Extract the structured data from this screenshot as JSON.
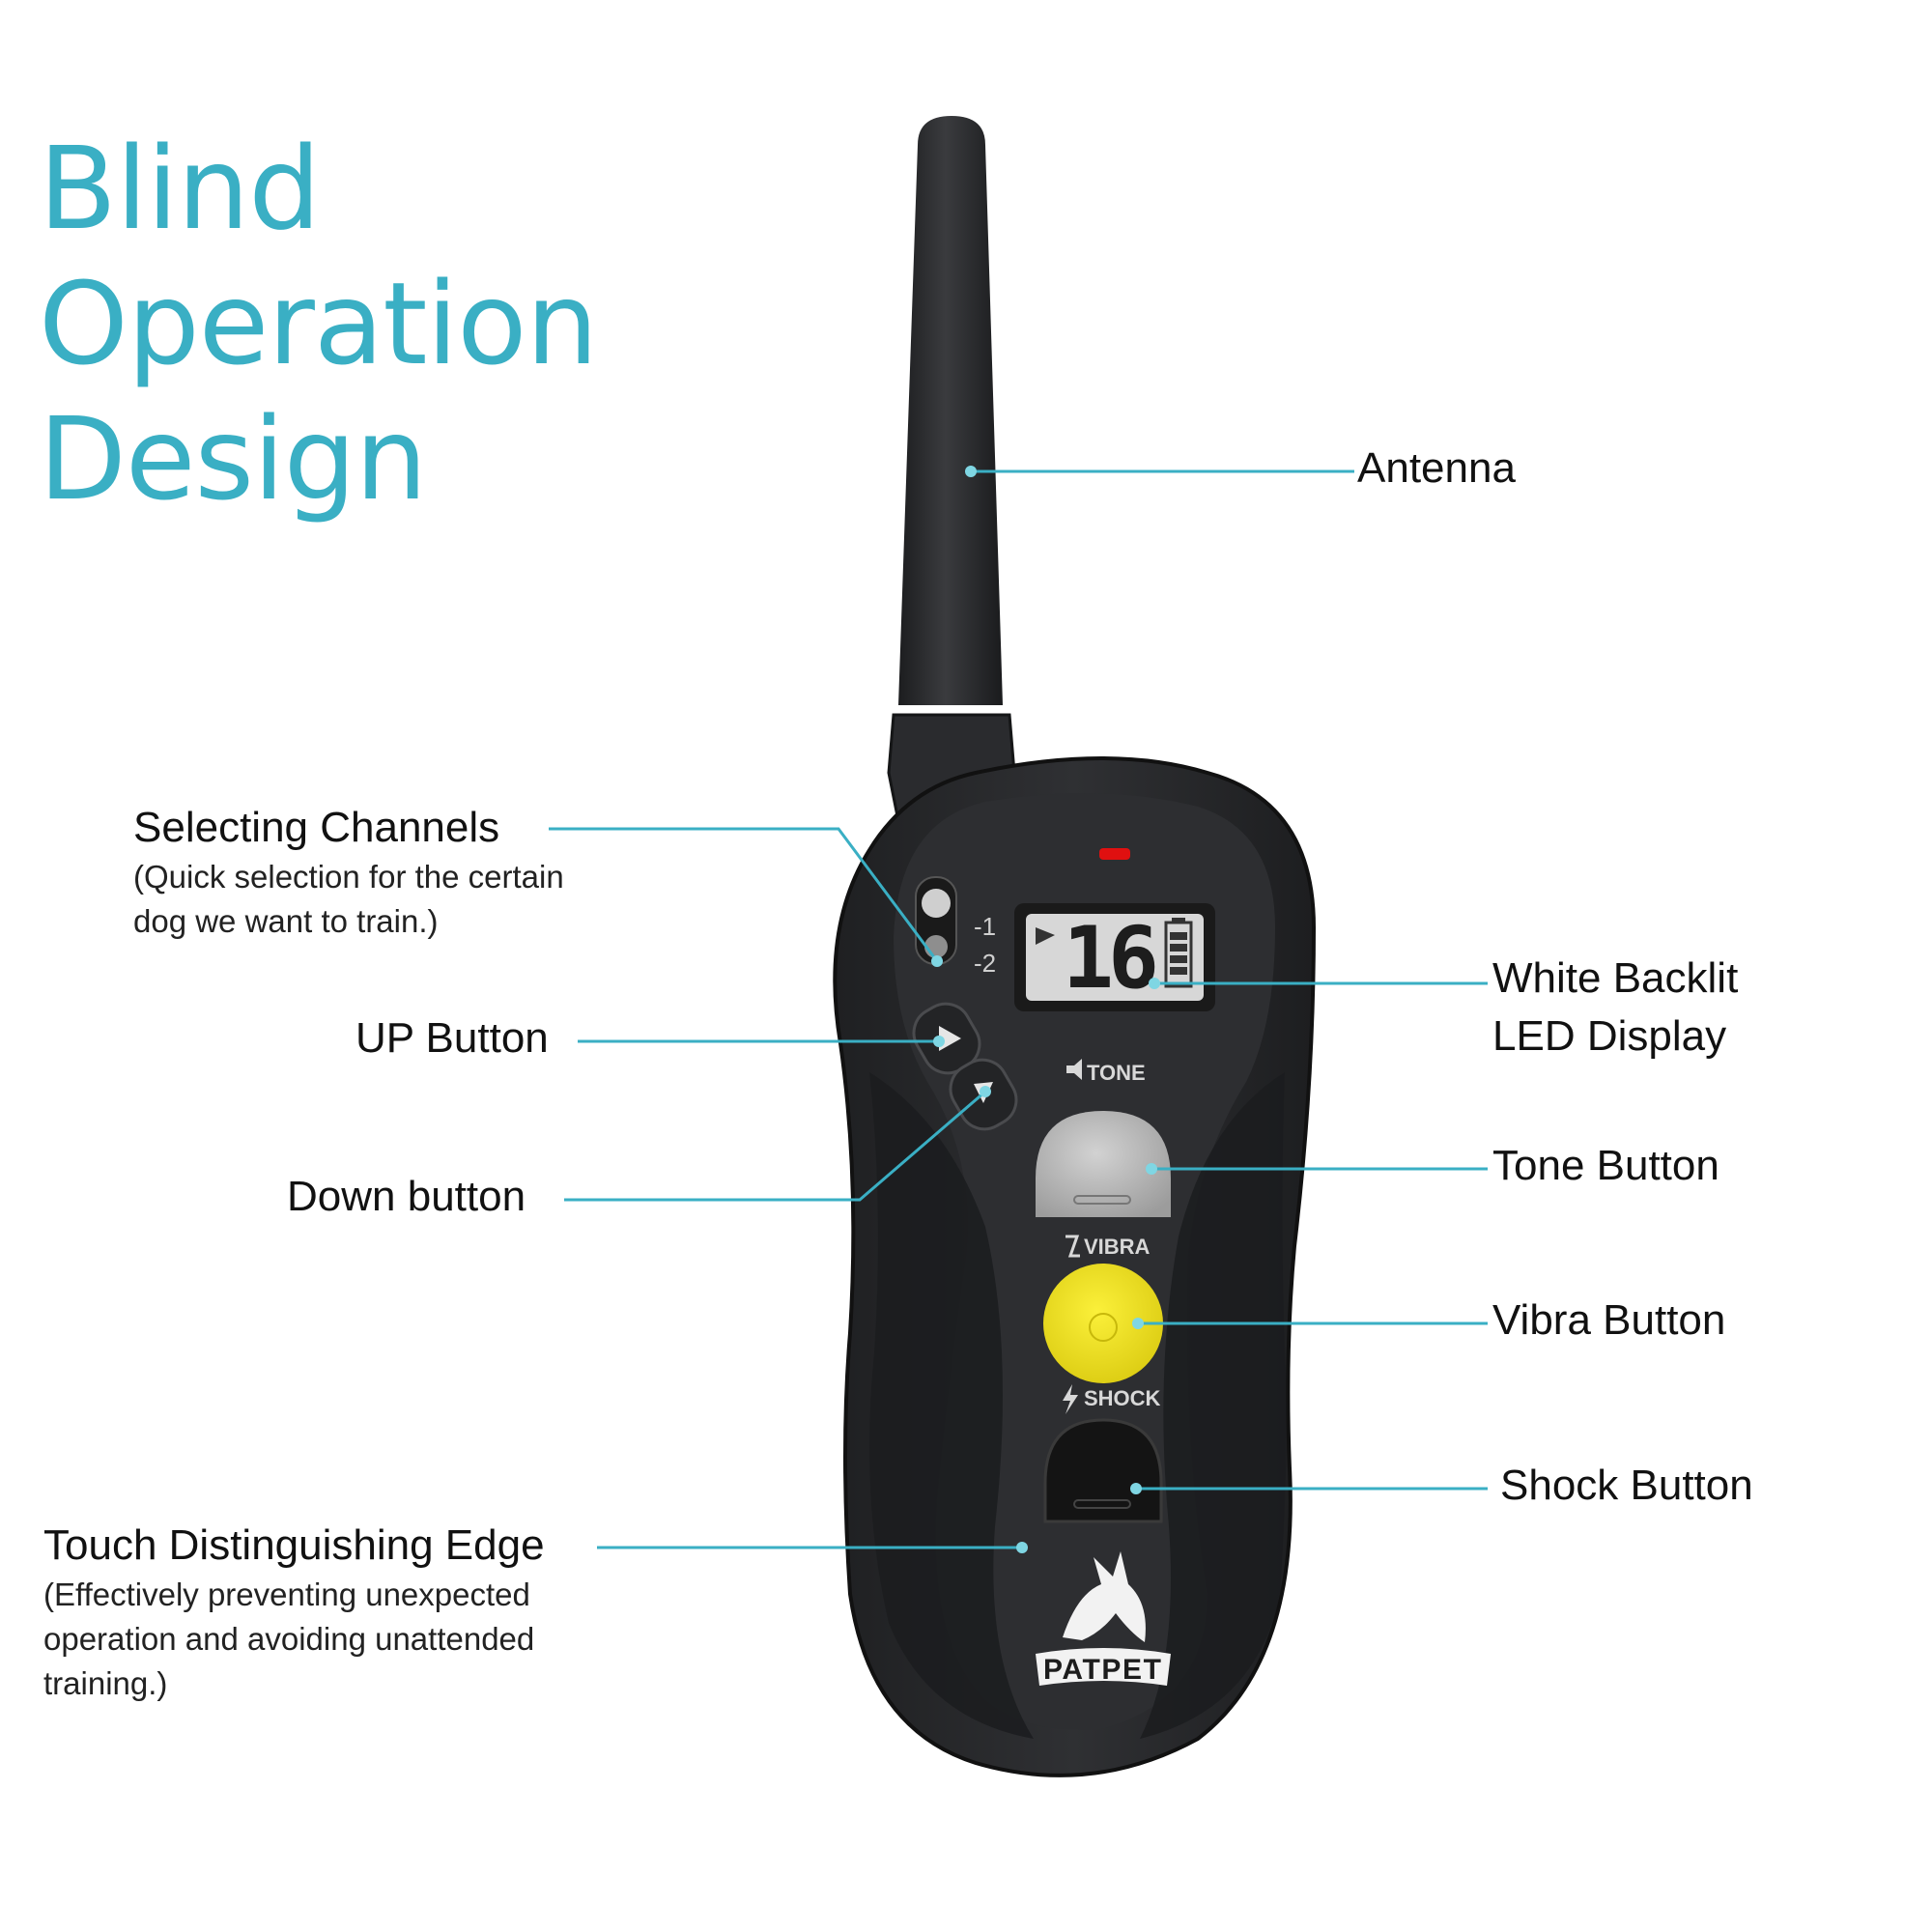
{
  "headline": {
    "line1": "Blind Operation",
    "line2": "Design"
  },
  "device": {
    "display_value": "16",
    "channels": [
      "-1",
      "-2"
    ],
    "buttons": {
      "tone": "TONE",
      "vibra": "VIBRA",
      "shock": "SHOCK"
    },
    "brand": "PATPET"
  },
  "callouts": {
    "antenna": "Antenna",
    "selecting_channels": {
      "title": "Selecting Channels",
      "note": "(Quick selection for the certain\ndog we want to train.)"
    },
    "up_button": "UP Button",
    "down_button": "Down button",
    "display": {
      "line1": "White Backlit",
      "line2": "LED Display"
    },
    "tone_button": "Tone Button",
    "vibra_button": "Vibra Button",
    "shock_button": "Shock Button",
    "touch_edge": {
      "title": "Touch Distinguishing Edge",
      "note": "(Effectively preventing unexpected\noperation and avoiding unattended\ntraining.)"
    }
  },
  "colors": {
    "headline": "#3aafc4",
    "leader_line": "#3aafc4",
    "body": "#2b2c2e",
    "vibra": "#f0e21a",
    "tone": "#b9b9b9",
    "shock": "#141414",
    "lcd": "#d7d7d7",
    "led": "#e01010"
  }
}
